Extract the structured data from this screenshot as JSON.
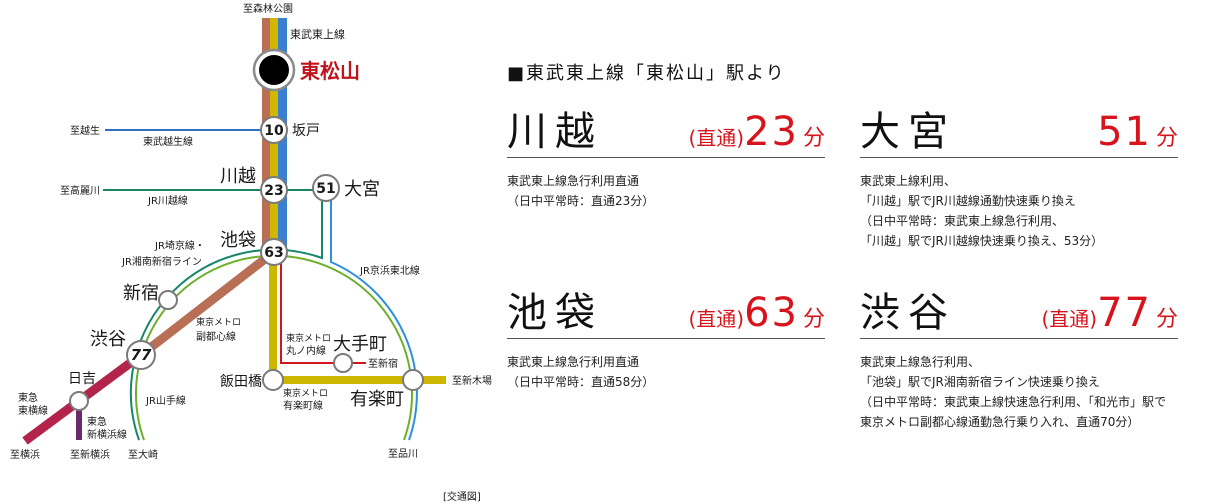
{
  "header": {
    "title": "■東武東上線「東松山」駅より"
  },
  "destinations": [
    {
      "name": "川越",
      "prefix": "(直通)",
      "minutes": "23",
      "unit": "分",
      "details": [
        "東武東上線急行利用直通",
        "（日中平常時：直通23分）"
      ]
    },
    {
      "name": "大宮",
      "prefix": "",
      "minutes": "51",
      "unit": "分",
      "details": [
        "東武東上線利用、",
        "「川越」駅でJR川越線通勤快速乗り換え",
        "（日中平常時：東武東上線急行利用、",
        "「川越」駅でJR川越線快速乗り換え、53分）"
      ]
    },
    {
      "name": "池袋",
      "prefix": "(直通)",
      "minutes": "63",
      "unit": "分",
      "details": [
        "東武東上線急行利用直通",
        "（日中平常時：直通58分）"
      ]
    },
    {
      "name": "渋谷",
      "prefix": "(直通)",
      "minutes": "77",
      "unit": "分",
      "details": [
        "東武東上線急行利用、",
        "「池袋」駅でJR湘南新宿ライン快速乗り換え",
        "（日中平常時：東武東上線快速急行利用、「和光市」駅で",
        "東京メトロ副都心線通勤急行乗り入れ、直通70分）"
      ]
    }
  ],
  "map": {
    "labels": {
      "to_shinrin_koen": "至森林公園",
      "tobu_tojo_line": "東武東上線",
      "higashi_matsuyama": "東松山",
      "sakado": "坂戸",
      "sakado_min": "10",
      "to_ogose": "至越生",
      "tobu_ogose_line": "東武越生線",
      "kawagoe": "川越",
      "kawagoe_min": "23",
      "to_komagawa": "至高麗川",
      "jr_kawagoe_line": "JR川越線",
      "omiya": "大宮",
      "omiya_min": "51",
      "ikebukuro": "池袋",
      "ikebukuro_min": "63",
      "jr_saikyo_line": "JR埼京線・",
      "jr_shonan_shinjuku_line": "JR湘南新宿ライン",
      "jr_keihin_tohoku_line": "JR京浜東北線",
      "shinjuku": "新宿",
      "tokyo_metro": "東京メトロ",
      "fukutoshin_line": "副都心線",
      "shibuya": "渋谷",
      "shibuya_min": "77",
      "hiyoshi": "日吉",
      "tokyu": "東急",
      "toyoko_line": "東横線",
      "shin_yokohama_line": "新横浜線",
      "jr_yamanote_line": "JR山手線",
      "to_yokohama": "至横浜",
      "to_shin_yokohama": "至新横浜",
      "to_osaki": "至大崎",
      "iidabashi": "飯田橋",
      "marunouchi_line": "丸ノ内線",
      "otemachi": "大手町",
      "to_shinjuku": "至新宿",
      "yurakucho_line": "有楽町線",
      "yurakucho": "有楽町",
      "to_shin_kiba": "至新木場",
      "to_shinagawa": "至品川",
      "caption": "[交通図]"
    },
    "colors": {
      "tojo_brown": "#b86f55",
      "tojo_yellow": "#d2b600",
      "tojo_blue": "#3b80cf",
      "ogose_blue": "#2f6fc4",
      "kawagoe_green": "#1a8560",
      "saikyo_green": "#16876a",
      "yamanote_green": "#6cb02a",
      "keihin_blue": "#2f8fdb",
      "fukutoshin_brown": "#b86f55",
      "toyoko_crimson": "#b3244d",
      "shin_yokohama_purple": "#6b2a6a",
      "yurakucho_gold": "#cdb600",
      "marunouchi_red": "#d2161e",
      "origin_red": "#c0141c",
      "accent_red": "#d7141c"
    }
  }
}
